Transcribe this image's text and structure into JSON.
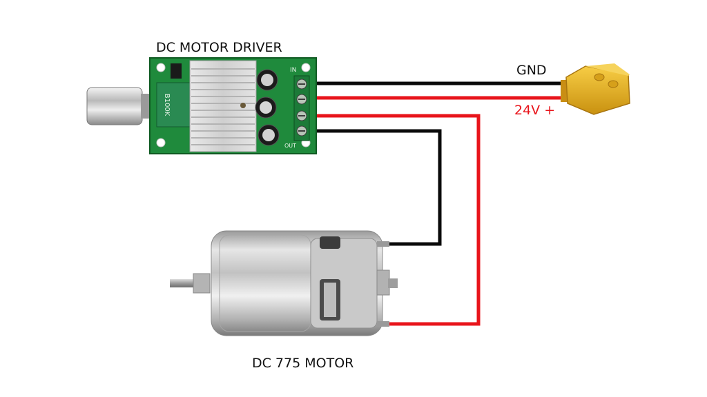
{
  "labels": {
    "driver": "DC MOTOR DRIVER",
    "motor": "DC 775 MOTOR",
    "gnd": "GND",
    "vplus": "24V +"
  },
  "board": {
    "silkscreen_pot": "B100K",
    "silkscreen_in": "IN",
    "silkscreen_out": "OUT"
  },
  "colors": {
    "wire_negative": "#0a0a0a",
    "wire_positive": "#e8141b",
    "pcb": "#1f8a3c",
    "heatsink": "#d8d8d8",
    "connector": "#e8b21e",
    "vplus_text": "#e8141b"
  }
}
